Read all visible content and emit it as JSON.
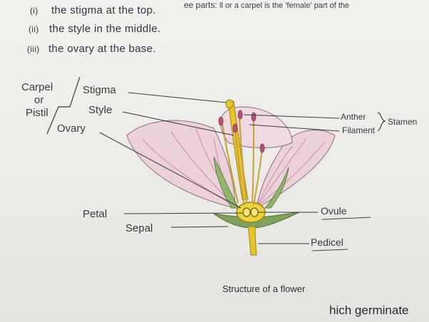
{
  "top_text": {
    "fragment_a": "ee parts:",
    "fragment_b": "ll or a carpel is the 'female' part of the"
  },
  "list": [
    {
      "num": "(i)",
      "text": "the stigma at the top."
    },
    {
      "num": "(ii)",
      "text": "the style in the middle."
    },
    {
      "num": "(iii)",
      "text": "the ovary at the base."
    }
  ],
  "diagram": {
    "labels": {
      "carpel": "Carpel",
      "or": "or",
      "pistil": "Pistil",
      "stigma": "Stigma",
      "style": "Style",
      "ovary": "Ovary",
      "anther": "Anther",
      "filament": "Filament",
      "stamen": "Stamen",
      "petal": "Petal",
      "sepal": "Sepal",
      "ovule": "Ovule",
      "pedicel": "Pedicel"
    },
    "caption": "Structure of a flower"
  },
  "bottom_text": "hich germinate",
  "colors": {
    "petal": "#e9c6d2",
    "petal_vein": "#c97a95",
    "carpel": "#e7c52a",
    "stamen": "#c8a13a",
    "sepal": "#7fa35a",
    "line": "#3a3a44"
  }
}
